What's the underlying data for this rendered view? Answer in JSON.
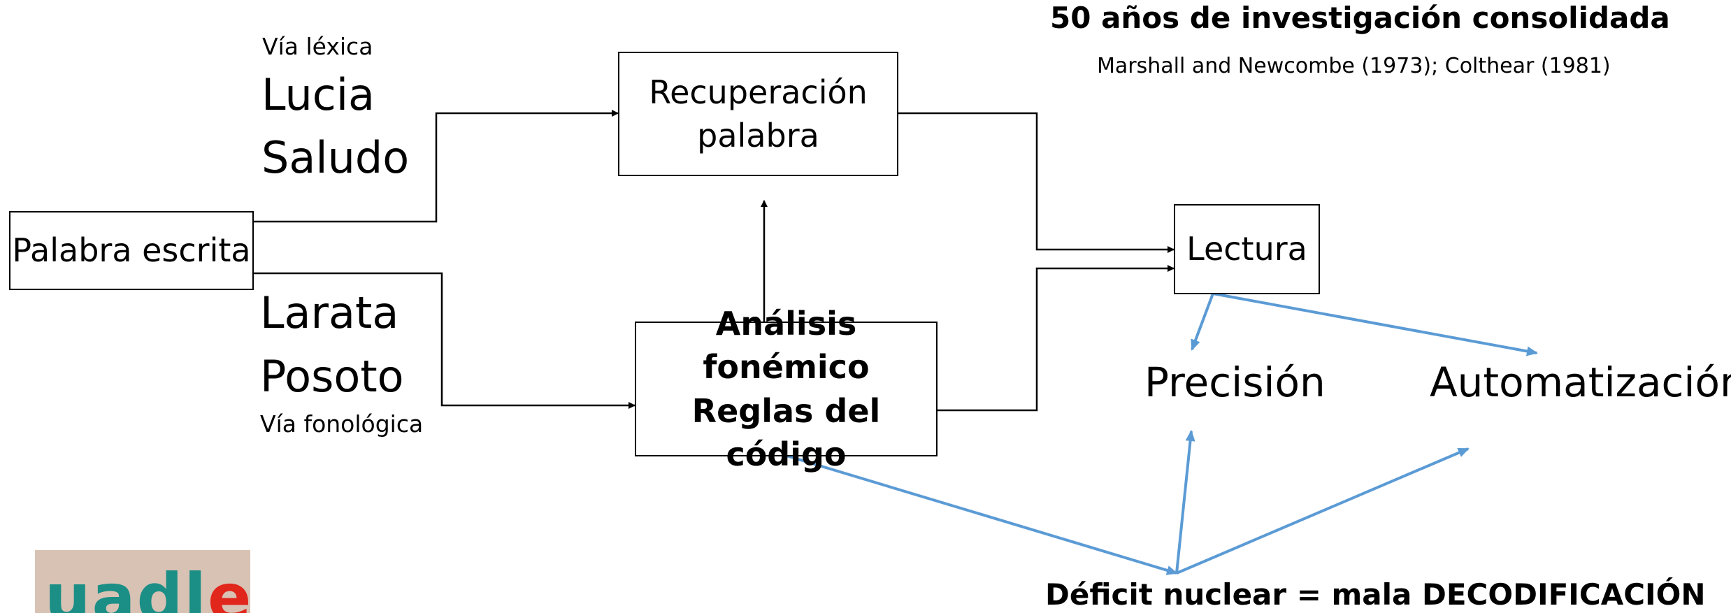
{
  "title": "50 años de investigación consolidada",
  "citations": "Marshall and Newcombe (1973);  Colthear (1981)",
  "lexical_route": {
    "label": "Vía léxica",
    "examples": [
      "Lucia",
      "Saludo"
    ]
  },
  "phonological_route": {
    "label": "Vía fonológica",
    "examples": [
      "Larata",
      "Posoto"
    ]
  },
  "boxes": {
    "input": "Palabra escrita",
    "retrieval_line1": "Recuperación",
    "retrieval_line2": "palabra",
    "analysis_line1": "Análisis fonémico",
    "analysis_line2": "Reglas del código",
    "reading": "Lectura"
  },
  "outcomes": {
    "precision": "Precisión",
    "automation": "Automatización"
  },
  "deficit": "Déficit nuclear = mala DECODIFICACIÓN",
  "logo": {
    "text_main": "uadl",
    "text_last": "e"
  },
  "colors": {
    "arrow_black": "#000000",
    "arrow_blue": "#5b9bd5",
    "logo_bg": "#d8c2b4",
    "logo_teal": "#1b8f86",
    "logo_red": "#e1261c"
  }
}
